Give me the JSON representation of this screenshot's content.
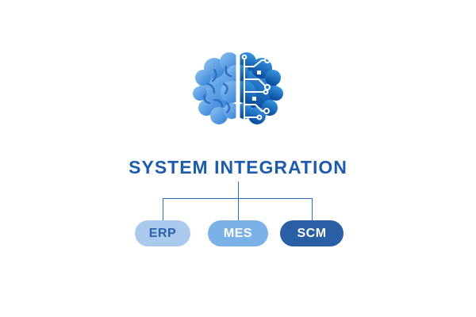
{
  "title": "SYSTEM INTEGRATION",
  "icon": {
    "name": "brain-circuit-icon",
    "description": "half organic brain, half circuit board"
  },
  "nodes": [
    {
      "label": "ERP",
      "bg": "#aac9ed",
      "color": "#2b62ab"
    },
    {
      "label": "MES",
      "bg": "#7ab2e8",
      "color": "#ffffff"
    },
    {
      "label": "SCM",
      "bg": "#2a5fa5",
      "color": "#ffffff"
    }
  ],
  "colors": {
    "accent": "#1d5cab",
    "line": "#2f6db8",
    "background": "#ffffff"
  }
}
